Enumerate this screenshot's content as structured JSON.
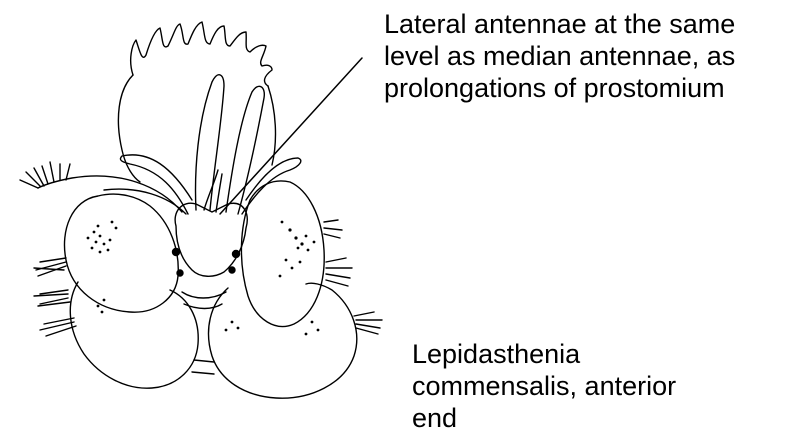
{
  "annotation": {
    "lines": [
      "Lateral antennae at the same",
      "level as median antennae, as",
      "prolongations of prostomium"
    ]
  },
  "caption": {
    "lines": [
      "Lepidasthenia",
      "commensalis, anterior",
      "end"
    ]
  },
  "colors": {
    "ink": "#000000",
    "background": "#ffffff"
  }
}
